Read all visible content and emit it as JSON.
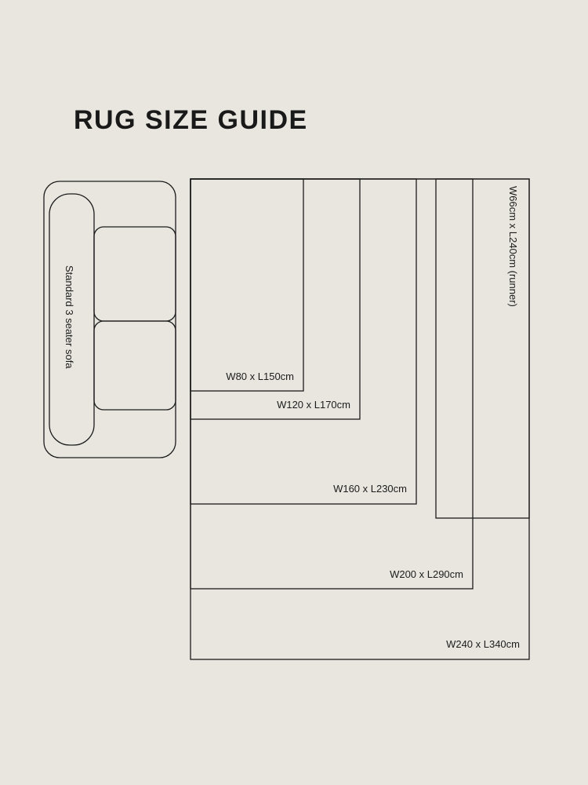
{
  "page": {
    "title": "RUG SIZE GUIDE",
    "background_color": "#e8e6df",
    "line_color": "#1c1c1c",
    "text_color": "#1c1c1c"
  },
  "sofa": {
    "label": "Standard 3 seater sofa"
  },
  "rugs": [
    {
      "label": "W80 x L150cm"
    },
    {
      "label": "W120 x L170cm"
    },
    {
      "label": "W160 x L230cm"
    },
    {
      "label": "W200 x L290cm"
    },
    {
      "label": "W240 x L340cm"
    },
    {
      "label": "W66cm x L240cm (runner)"
    }
  ]
}
